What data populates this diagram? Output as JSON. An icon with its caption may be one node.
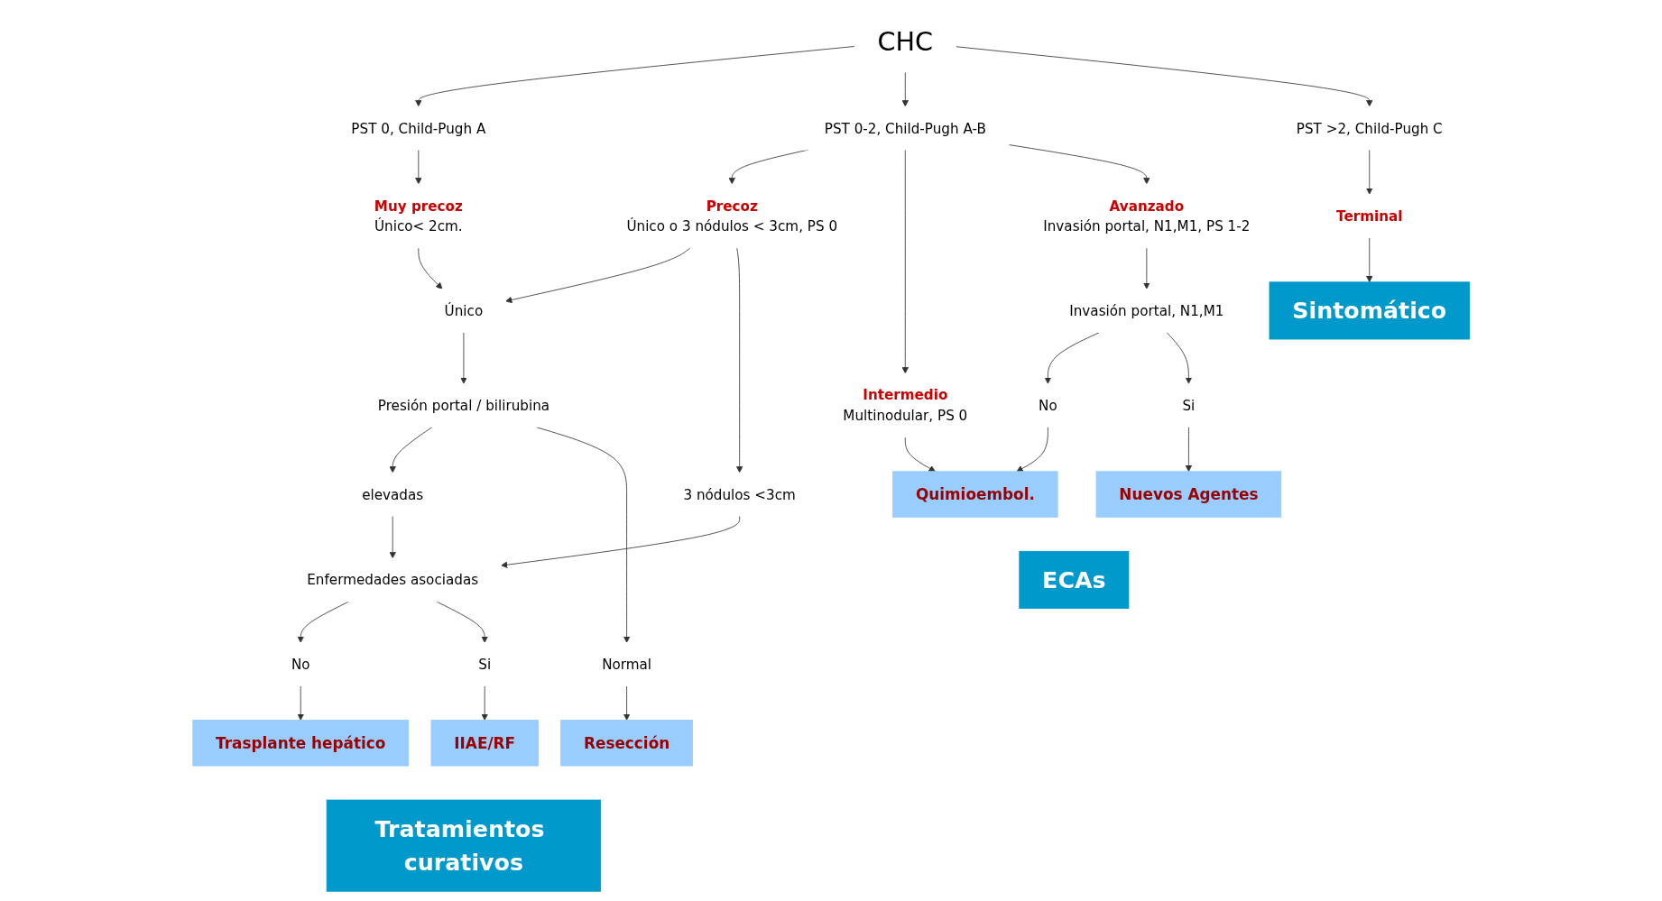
{
  "diagram": {
    "nodes": [
      {
        "text": [
          "CHC"
        ]
      },
      {
        "text": [
          "PST 0, Child-Pugh A"
        ]
      },
      {
        "text": [
          "PST 0-2, Child-Pugh A-B"
        ]
      },
      {
        "text": [
          "PST >2, Child-Pugh C"
        ]
      },
      {
        "text": [
          "Muy precoz",
          "Único< 2cm."
        ]
      },
      {
        "text": [
          "Precoz",
          "Único o 3 nódulos < 3cm, PS 0"
        ]
      },
      {
        "text": [
          "Intermedio",
          "Multinodular, PS 0"
        ]
      },
      {
        "text": [
          "Avanzado",
          "Invasión portal, N1,M1, PS 1-2"
        ]
      },
      {
        "text": [
          "Terminal"
        ]
      },
      {
        "text": [
          "Único"
        ]
      },
      {
        "text": [
          "3 nódulos <3cm"
        ]
      },
      {
        "text": [
          "Presión portal / bilirubina"
        ]
      },
      {
        "text": [
          "elevadas"
        ]
      },
      {
        "text": [
          "Enfermedades asociadas"
        ]
      },
      {
        "text": [
          "Normal"
        ]
      },
      {
        "text": [
          "No"
        ]
      },
      {
        "text": [
          "Si"
        ]
      },
      {
        "text": [
          "Invasión portal, N1,M1"
        ]
      },
      {
        "text": [
          "No"
        ]
      },
      {
        "text": [
          "Si"
        ]
      },
      {
        "text": [
          "Sintomático"
        ]
      },
      {
        "text": [
          "Resección"
        ]
      },
      {
        "text": [
          "Trasplante hepático"
        ]
      },
      {
        "text": [
          "IIAE/RF"
        ]
      },
      {
        "text": [
          "Quimioembol."
        ]
      },
      {
        "text": [
          "Nuevos Agentes"
        ]
      },
      {
        "text": [
          "Tratamientos curativos"
        ]
      },
      {
        "text": [
          "ECAs"
        ]
      }
    ],
    "edges": [
      {
        "from": 0,
        "to": 1,
        "arrow": "to"
      },
      {
        "from": 0,
        "to": 2,
        "arrow": "to"
      },
      {
        "from": 0,
        "to": 3,
        "arrow": "to"
      },
      {
        "from": 1,
        "to": 4,
        "arrow": "to"
      },
      {
        "from": 2,
        "to": 5,
        "arrow": "to"
      },
      {
        "from": 2,
        "to": 6,
        "arrow": "to"
      },
      {
        "from": 2,
        "to": 7,
        "arrow": "to"
      },
      {
        "from": 3,
        "to": 8,
        "arrow": "to"
      },
      {
        "from": 4,
        "to": 9,
        "arrow": "to"
      },
      {
        "from": 5,
        "to": 9,
        "arrow": "to"
      },
      {
        "from": 5,
        "to": 10,
        "arrow": "to"
      },
      {
        "from": 9,
        "to": 11,
        "arrow": "to"
      },
      {
        "from": 11,
        "to": 12,
        "arrow": "to"
      },
      {
        "from": 12,
        "to": 13,
        "arrow": "to"
      },
      {
        "from": 11,
        "to": 14,
        "arrow": "to"
      },
      {
        "from": 10,
        "to": 13,
        "arrow": "to"
      },
      {
        "from": 13,
        "to": 15,
        "arrow": "to"
      },
      {
        "from": 13,
        "to": 16,
        "arrow": "to"
      },
      {
        "from": 14,
        "to": 21,
        "arrow": "to"
      },
      {
        "from": 15,
        "to": 22,
        "arrow": "to"
      },
      {
        "from": 16,
        "to": 23,
        "arrow": "to"
      },
      {
        "from": 6,
        "to": 24,
        "arrow": "to"
      },
      {
        "from": 7,
        "to": 17,
        "arrow": "to"
      },
      {
        "from": 17,
        "to": 18,
        "arrow": "to"
      },
      {
        "from": 17,
        "to": 19,
        "arrow": "to"
      },
      {
        "from": 18,
        "to": 24,
        "arrow": "to"
      },
      {
        "from": 19,
        "to": 25,
        "arrow": "to"
      },
      {
        "from": 8,
        "to": 20,
        "arrow": "to"
      }
    ]
  }
}
